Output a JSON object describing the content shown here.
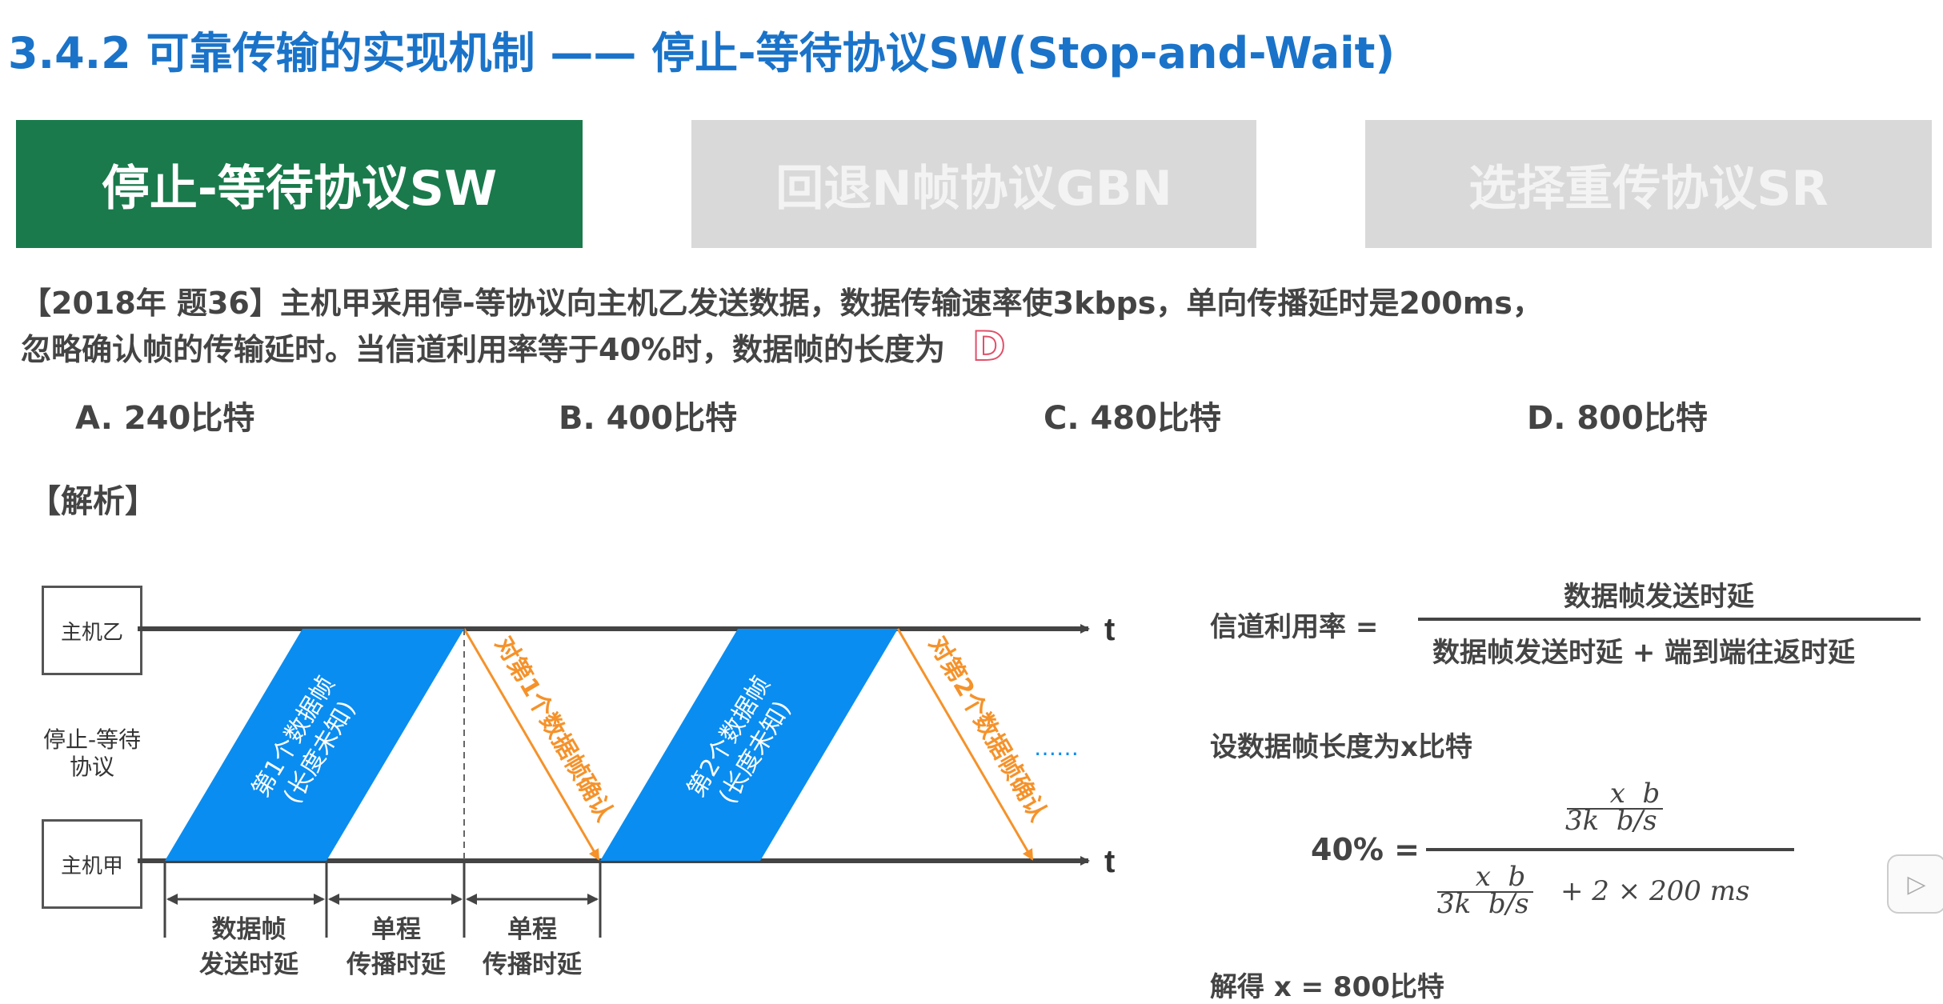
{
  "header": {
    "title": "3.4.2 可靠传输的实现机制 —— 停止-等待协议SW(Stop-and-Wait)"
  },
  "tabs": [
    {
      "label": "停止-等待协议SW",
      "active": true
    },
    {
      "label": "回退N帧协议GBN",
      "active": false
    },
    {
      "label": "选择重传协议SR",
      "active": false
    }
  ],
  "question": {
    "line1": "【2018年 题36】主机甲采用停-等协议向主机乙发送数据，数据传输速率使3kbps，单向传播延时是200ms，",
    "line2": "忽略确认帧的传输延时。当信道利用率等于40%时，数据帧的长度为",
    "answer": "D"
  },
  "options": [
    {
      "label": "A. 240比特"
    },
    {
      "label": "B. 400比特"
    },
    {
      "label": "C. 480比特"
    },
    {
      "label": "D. 800比特"
    }
  ],
  "analysis": {
    "heading": "【解析】"
  },
  "diagram": {
    "host_b": "主机乙",
    "host_a": "主机甲",
    "protocol_label_1": "停止-等待",
    "protocol_label_2": "协议",
    "time_label": "t",
    "frame1_l1": "第1个数据帧",
    "frame1_l2": "(长度未知)",
    "frame2_l1": "第2个数据帧",
    "frame2_l2": "(长度未知)",
    "ack1": "对第1个数据帧确认",
    "ack2": "对第2个数据帧确认",
    "ellipsis": "……",
    "seg1_l1": "数据帧",
    "seg1_l2": "发送时延",
    "seg2_l1": "单程",
    "seg2_l2": "传播时延",
    "seg3_l1": "单程",
    "seg3_l2": "传播时延",
    "frame_color": "#0a8df0",
    "ack_color": "#f5922a"
  },
  "formula": {
    "utilization": "信道利用率 =",
    "numerator": "数据帧发送时延",
    "denominator": "数据帧发送时延 + 端到端往返时延",
    "assume": "设数据帧长度为x比特",
    "lhs": "40% =",
    "x": "x",
    "b": "b",
    "k3": "3k",
    "bs": "b/s",
    "plus_part": "+ 2 × 200 ms",
    "result": "解得 x = 800比特"
  }
}
